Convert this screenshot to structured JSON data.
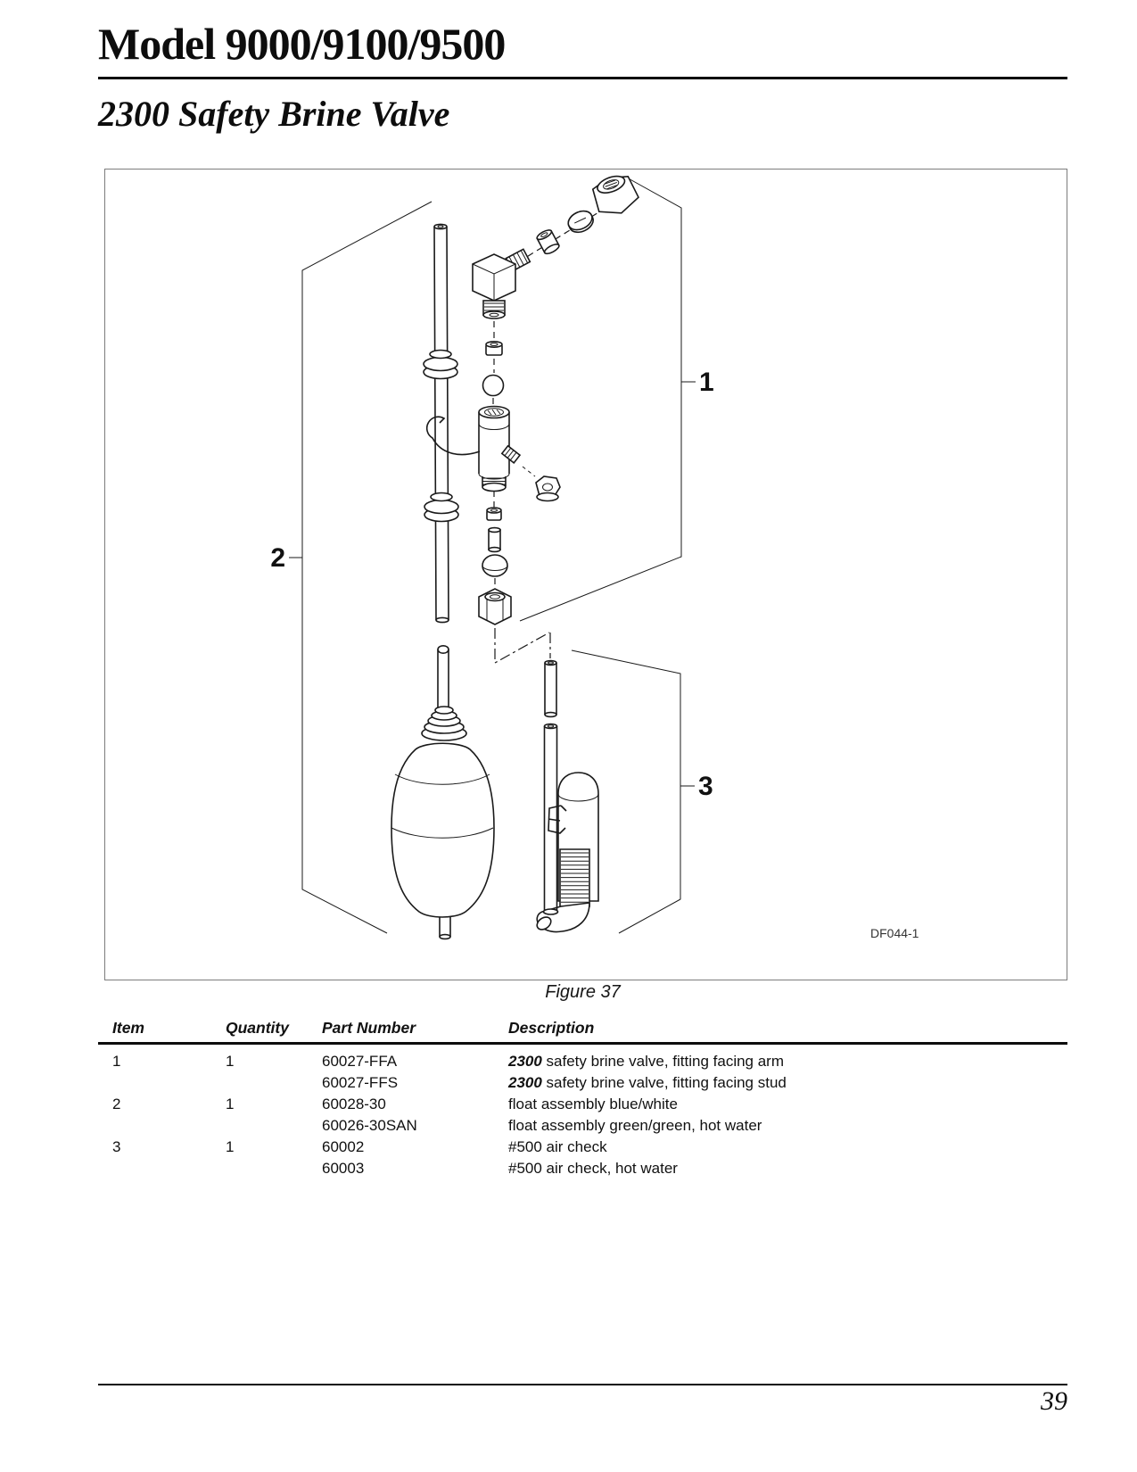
{
  "header": {
    "title": "Model 9000/9100/9500",
    "subtitle": "2300 Safety Brine Valve"
  },
  "figure": {
    "caption": "Figure 37",
    "drawing_code": "DF044-1",
    "callout_1": "1",
    "callout_2": "2",
    "callout_3": "3"
  },
  "parts_table": {
    "headers": {
      "item": "Item",
      "quantity": "Quantity",
      "part_number": "Part Number",
      "description": "Description"
    },
    "rows": [
      {
        "item": "1",
        "quantity": "1",
        "part_number": "60027-FFA",
        "desc_bold": "2300",
        "desc_rest": " safety brine valve, fitting facing arm"
      },
      {
        "item": "",
        "quantity": "",
        "part_number": "60027-FFS",
        "desc_bold": "2300",
        "desc_rest": " safety brine valve, fitting facing stud"
      },
      {
        "item": "2",
        "quantity": "1",
        "part_number": "60028-30",
        "desc_bold": "",
        "desc_rest": "float assembly blue/white"
      },
      {
        "item": "",
        "quantity": "",
        "part_number": "60026-30SAN",
        "desc_bold": "",
        "desc_rest": "float assembly green/green, hot water"
      },
      {
        "item": "3",
        "quantity": "1",
        "part_number": "60002",
        "desc_bold": "",
        "desc_rest": "#500 air check"
      },
      {
        "item": "",
        "quantity": "",
        "part_number": "60003",
        "desc_bold": "",
        "desc_rest": "#500 air check, hot water"
      }
    ]
  },
  "footer": {
    "page_number": "39"
  }
}
